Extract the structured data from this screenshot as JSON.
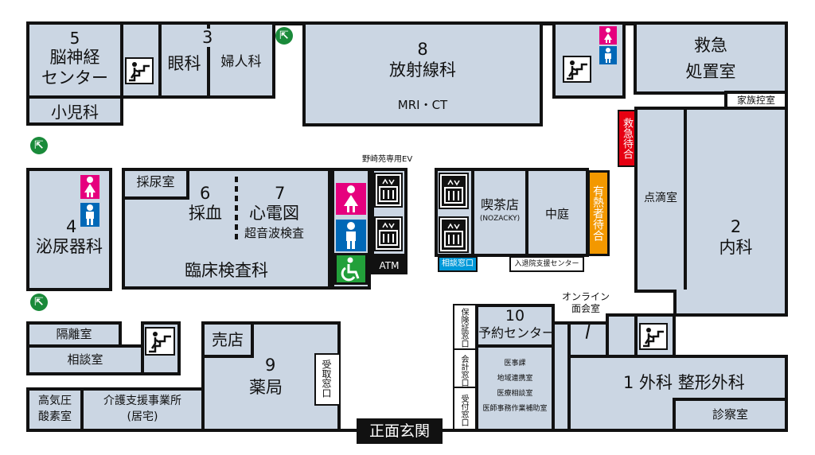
{
  "rooms": {
    "neuro": {
      "number": "5",
      "line1": "脳神経",
      "line2": "センター"
    },
    "pediatrics": "小児科",
    "eye": "眼科",
    "eye_number": "3",
    "gyn": "婦人科",
    "radiology_number": "8",
    "radiology": "放射線科",
    "radiology_sub": "MRI・CT",
    "er": {
      "line1": "救急",
      "line2": "処置室"
    },
    "family_room": "家族控室",
    "er_wait": "救急待合",
    "drip": "点滴室",
    "internal_number": "2",
    "internal": "内科",
    "urology_number": "4",
    "urology": "泌尿器科",
    "urine": "採尿室",
    "blood_number": "6",
    "blood": "採血",
    "ecg_number": "7",
    "ecg": "心電図",
    "ultrasound": "超音波検査",
    "clinical_lab": "臨床検査科",
    "private_ev": "野崎苑専用EV",
    "atm": "ATM",
    "cafe": "喫茶店",
    "cafe_sub": "(NOZACKY)",
    "courtyard": "中庭",
    "fever_wait": "有熱者待合",
    "consult_window": "相談窓口",
    "admission_center": "入退院支援センター",
    "online_meeting": {
      "line1": "オンライン",
      "line2": "面会室"
    },
    "insurance_window": "保険証窓口",
    "accounting_window": "会計窓口",
    "reception_window": "受付窓口",
    "reservation_number": "10",
    "reservation": "予約センター",
    "medical_affairs": [
      "医事課",
      "地域連携室",
      "医療相談室",
      "医師事務作業補助室"
    ],
    "surgery": "1 外科 整形外科",
    "exam_room": "診察室",
    "isolation": "隔離室",
    "consultation": "相談室",
    "shop": "売店",
    "pharmacy_number": "9",
    "pharmacy": "薬局",
    "pickup_window": "受取窓口",
    "oxygen": {
      "line1": "高気圧",
      "line2": "酸素室"
    },
    "care_support": {
      "line1": "介護支援事業所",
      "line2": "(居宅)"
    },
    "entrance": "正面玄関"
  },
  "icons": [
    "stairs-icon",
    "emergency-exit-icon",
    "women-restroom-icon",
    "men-restroom-icon",
    "accessible-restroom-icon",
    "elevator-icon"
  ],
  "colors": {
    "room": "#cbd6e3",
    "wall": "#111111",
    "women": "#e6007e",
    "men": "#0068b7",
    "accessible": "#22a03a",
    "er_wait": "#e60012",
    "fever_wait": "#f39800",
    "consult": "#0099d9",
    "exit": "#1a8a3a"
  }
}
